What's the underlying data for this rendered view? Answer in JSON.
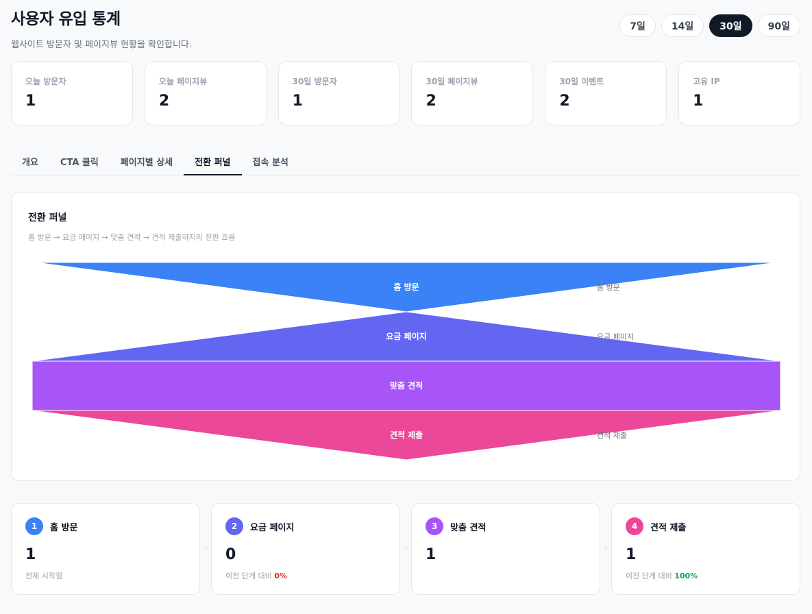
{
  "header": {
    "title": "사용자 유입 통계",
    "subtitle": "웹사이트 방문자 및 페이지뷰 현황을 확인합니다."
  },
  "periods": [
    {
      "label": "7일",
      "active": false
    },
    {
      "label": "14일",
      "active": false
    },
    {
      "label": "30일",
      "active": true
    },
    {
      "label": "90일",
      "active": false
    }
  ],
  "stats": [
    {
      "label": "오늘 방문자",
      "value": "1"
    },
    {
      "label": "오늘 페이지뷰",
      "value": "2"
    },
    {
      "label": "30일 방문자",
      "value": "1"
    },
    {
      "label": "30일 페이지뷰",
      "value": "2"
    },
    {
      "label": "30일 이벤트",
      "value": "2"
    },
    {
      "label": "고유 IP",
      "value": "1"
    }
  ],
  "tabs": [
    {
      "label": "개요",
      "active": false
    },
    {
      "label": "CTA 클릭",
      "active": false
    },
    {
      "label": "페이지별 상세",
      "active": false
    },
    {
      "label": "전환 퍼널",
      "active": true
    },
    {
      "label": "접속 분석",
      "active": false
    }
  ],
  "funnel": {
    "title": "전환 퍼널",
    "description": "홈 방문 → 요금 페이지 → 맞춤 견적 → 견적 제출까지의 전환 흐름",
    "stages": [
      {
        "label": "홈 방문",
        "value": 1,
        "color": "#3b82f6",
        "side_label": "홈 방문"
      },
      {
        "label": "요금 페이지",
        "value": 0,
        "color": "#6366f1",
        "side_label": "요금 페이지"
      },
      {
        "label": "맞춤 견적",
        "value": 1,
        "color": "#a855f7",
        "side_label": ""
      },
      {
        "label": "견적 제출",
        "value": 1,
        "color": "#ec4899",
        "side_label": "견적 제출"
      }
    ]
  },
  "steps": [
    {
      "num": "1",
      "name": "홈 방문",
      "value": "1",
      "note": "전체 시작점",
      "rate": "",
      "rate_tone": "",
      "color": "#3b82f6"
    },
    {
      "num": "2",
      "name": "요금 페이지",
      "value": "0",
      "note": "이전 단계 대비",
      "rate": "0%",
      "rate_tone": "red",
      "color": "#6366f1"
    },
    {
      "num": "3",
      "name": "맞춤 견적",
      "value": "1",
      "note": "",
      "rate": "",
      "rate_tone": "",
      "color": "#a855f7"
    },
    {
      "num": "4",
      "name": "견적 제출",
      "value": "1",
      "note": "이전 단계 대비",
      "rate": "100%",
      "rate_tone": "green",
      "color": "#ec4899"
    }
  ],
  "arrow_icon": "chevron-right-icon"
}
